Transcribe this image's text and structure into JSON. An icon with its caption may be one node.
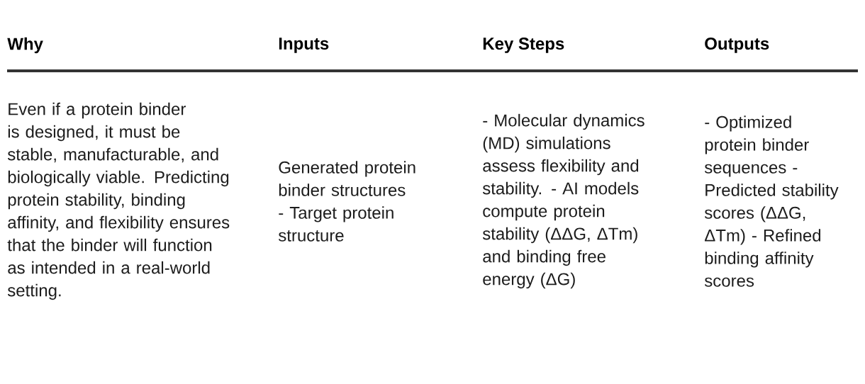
{
  "diagram": {
    "labels": [
      "Why",
      "Inputs",
      "Key Steps",
      "Outputs",
      "Even if a protein binder is designed, it must be stable, manufacturable, and biologically viable. Predicting protein stability, binding affinity, and flexibility ensures that the binder will function as intended in a real-world setting.",
      "Generated protein binder structures - Target protein structure",
      "- Molecular dynamics (MD) simulations assess flexibility and stability. - AI models compute protein stability (ΔΔG, ΔTm) and binding free energy (ΔG)",
      "- Optimized protein binder sequences - Predicted stability scores (ΔΔG, ΔTm) - Refined binding affinity scores"
    ]
  }
}
